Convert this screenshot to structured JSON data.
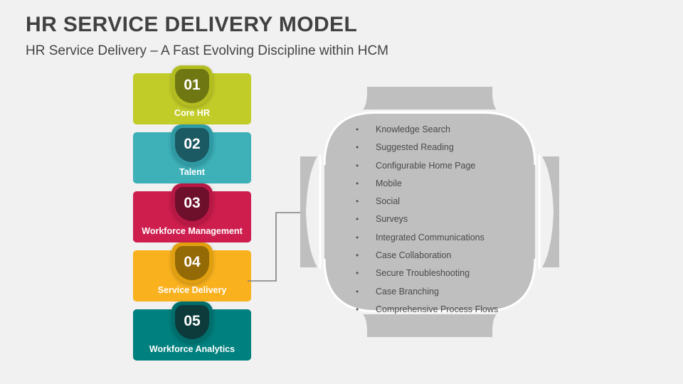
{
  "header": {
    "title": "HR SERVICE DELIVERY MODEL",
    "subtitle": "HR Service Delivery – A Fast Evolving Discipline within HCM"
  },
  "cards": [
    {
      "number": "01",
      "label": "Core HR",
      "color": "#c2cc28",
      "badge_color": "#6f7712",
      "ring_color": "#b3bd20"
    },
    {
      "number": "02",
      "label": "Talent",
      "color": "#3db0b8",
      "badge_color": "#1b5963",
      "ring_color": "#2f9aa3"
    },
    {
      "number": "03",
      "label": "Workforce Management",
      "color": "#ce1e4e",
      "badge_color": "#6e0f2c",
      "ring_color": "#b81844"
    },
    {
      "number": "04",
      "label": "Service Delivery",
      "color": "#f9b11e",
      "badge_color": "#946a06",
      "ring_color": "#e0a00f"
    },
    {
      "number": "05",
      "label": "Workforce Analytics",
      "color": "#00807e",
      "badge_color": "#0d3b3b",
      "ring_color": "#006e6c"
    }
  ],
  "panel": {
    "fill_color": "#bfbfbf",
    "connected_to_card": "04",
    "bullets": [
      "Knowledge Search",
      "Suggested Reading",
      "Configurable Home Page",
      "Mobile",
      "Social",
      "Surveys",
      "Integrated Communications",
      "Case Collaboration",
      "Secure Troubleshooting",
      "Case Branching",
      "Comprehensive Process Flows"
    ],
    "bullet_glyph": "•"
  },
  "connector": {
    "color": "#7f7f7f"
  },
  "background_color": "#f1f1f1"
}
